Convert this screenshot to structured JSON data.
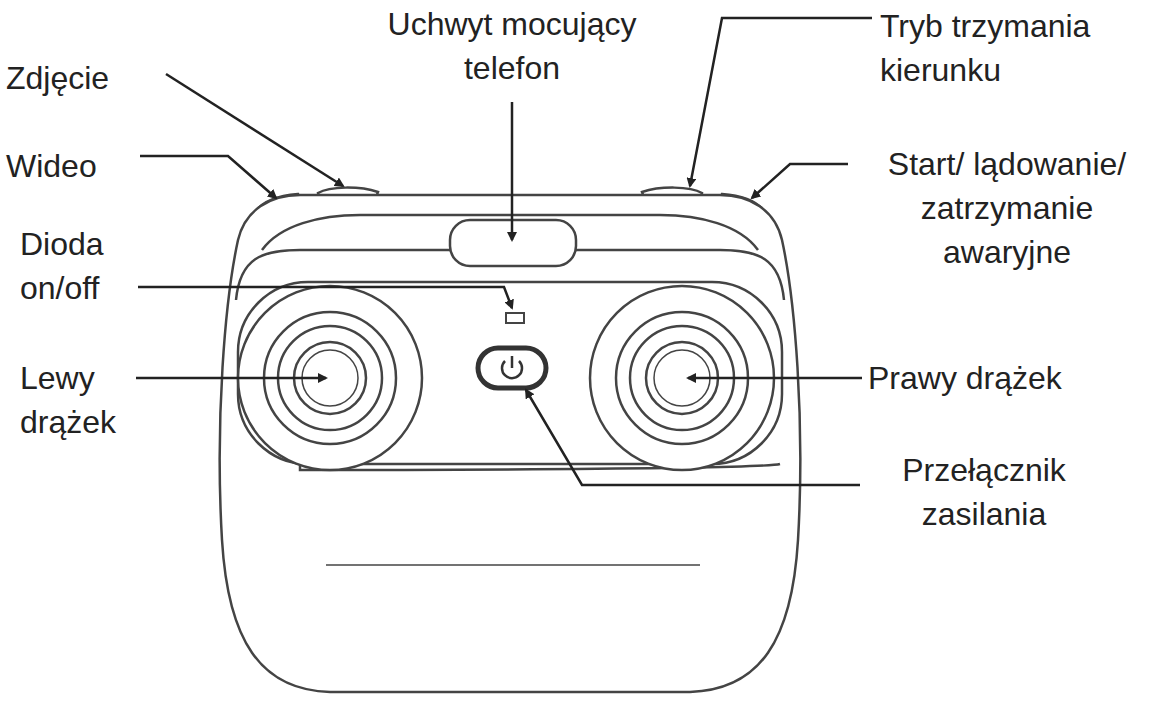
{
  "diagram": {
    "labels": [
      "Uchwyt mocujący telefon",
      "Zdjęcie",
      "Tryb trzymania kierunku",
      "Wideo",
      "Start/ lądowanie/ zatrzymanie awaryjne",
      "Dioda on/off",
      "Lewy drążek",
      "Prawy drążek",
      "Przełącznik zasilania"
    ]
  }
}
